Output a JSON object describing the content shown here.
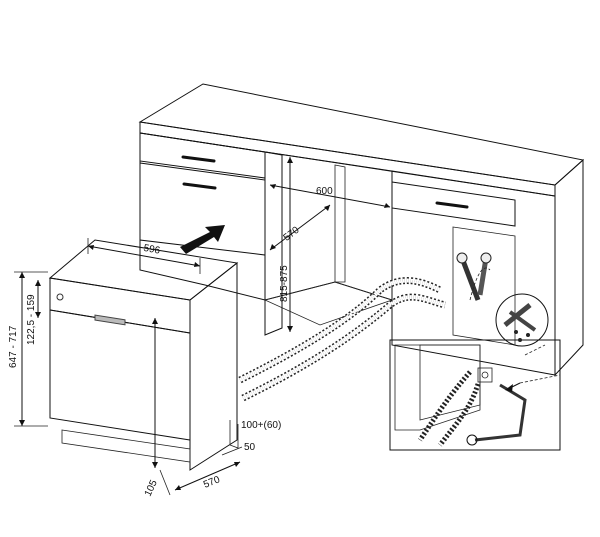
{
  "colors": {
    "cabinet_top": "#9a8778",
    "cabinet_body": "#b3a398",
    "cabinet_side": "#8a7a6e",
    "drawer": "#f6e6a1",
    "machine_panel": "#7d7f82",
    "machine_body": "#d9d9d9",
    "machine_side": "#c4c4c4",
    "inset_bg": "#ffffff",
    "arrow": "#111111"
  },
  "icons": {
    "push_direction": "black-arrow-icon",
    "inlet_hose": "water-inlet-hose-icon",
    "drain_hose": "drain-hose-icon",
    "tap": "water-tap-icon",
    "siphon": "siphon-connection-icon"
  },
  "dimensions": {
    "cabinet_width": "600",
    "cabinet_depth": "570",
    "cabinet_height": "815-875",
    "machine_width": "596",
    "machine_height": "815 - 875",
    "panel_height_total": "647 - 717",
    "panel_height_partial": "122,5 - 159",
    "bottom_recess": "100+(60)",
    "foot_offset": "50",
    "machine_depth": "570",
    "plinth_depth": "105"
  }
}
